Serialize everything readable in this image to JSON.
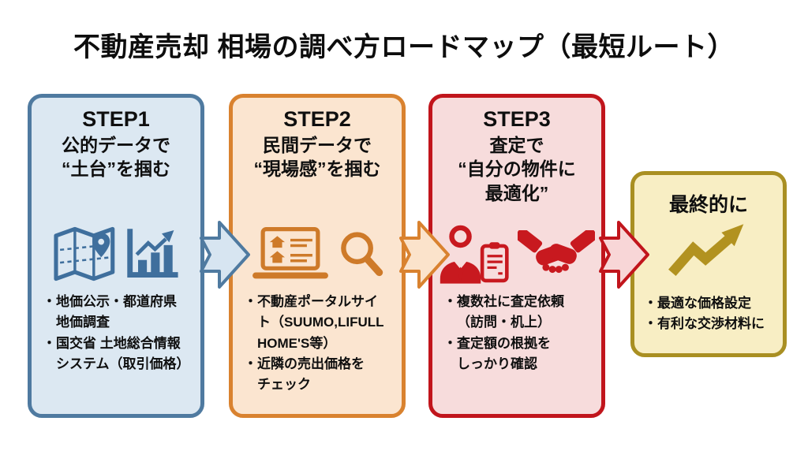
{
  "title": "不動産売却 相場の調べ方ロードマップ（最短ルート）",
  "bullet_marker": "・",
  "steps": [
    {
      "label": "STEP1",
      "subtitle": "公的データで\n“土台”を掴む",
      "icons": [
        "map-icon",
        "bar-chart-icon"
      ],
      "bullets": [
        "地価公示・都道府県\n地価調査",
        "国交省 土地総合情報\nシステム（取引価格）"
      ],
      "colors": {
        "border": "#4f7aa0",
        "fill": "#dce8f2",
        "icon": "#3f6f9d"
      }
    },
    {
      "label": "STEP2",
      "subtitle": "民間データで\n“現場感”を掴む",
      "icons": [
        "laptop-listings-icon",
        "search-icon"
      ],
      "bullets": [
        "不動産ポータルサイ\nト（SUUMO,LIFULL\nHOME'S等）",
        "近隣の売出価格を\nチェック"
      ],
      "colors": {
        "border": "#d9822f",
        "fill": "#fbe5d0",
        "icon": "#ce7a29"
      }
    },
    {
      "label": "STEP3",
      "subtitle": "査定で\n“自分の物件に\n最適化”",
      "icons": [
        "agent-clipboard-icon",
        "handshake-icon"
      ],
      "bullets": [
        "複数社に査定依頼\n（訪問・机上）",
        "査定額の根拠を\nしっかり確認"
      ],
      "colors": {
        "border": "#c1151c",
        "fill": "#f7dcdc",
        "icon": "#c8191f"
      }
    }
  ],
  "final": {
    "title": "最終的に",
    "icons": [
      "growth-arrow-icon"
    ],
    "bullets": [
      "最適な価格設定",
      "有利な交渉材料に"
    ],
    "colors": {
      "border": "#a98f22",
      "fill": "#f8eec4",
      "icon": "#b29220"
    }
  },
  "arrows": [
    {
      "fill": "#d7e5f1",
      "stroke": "#4f7aa0"
    },
    {
      "fill": "#fbe3cb",
      "stroke": "#d9822f"
    },
    {
      "fill": "#f8d6d7",
      "stroke": "#c1151c"
    }
  ]
}
